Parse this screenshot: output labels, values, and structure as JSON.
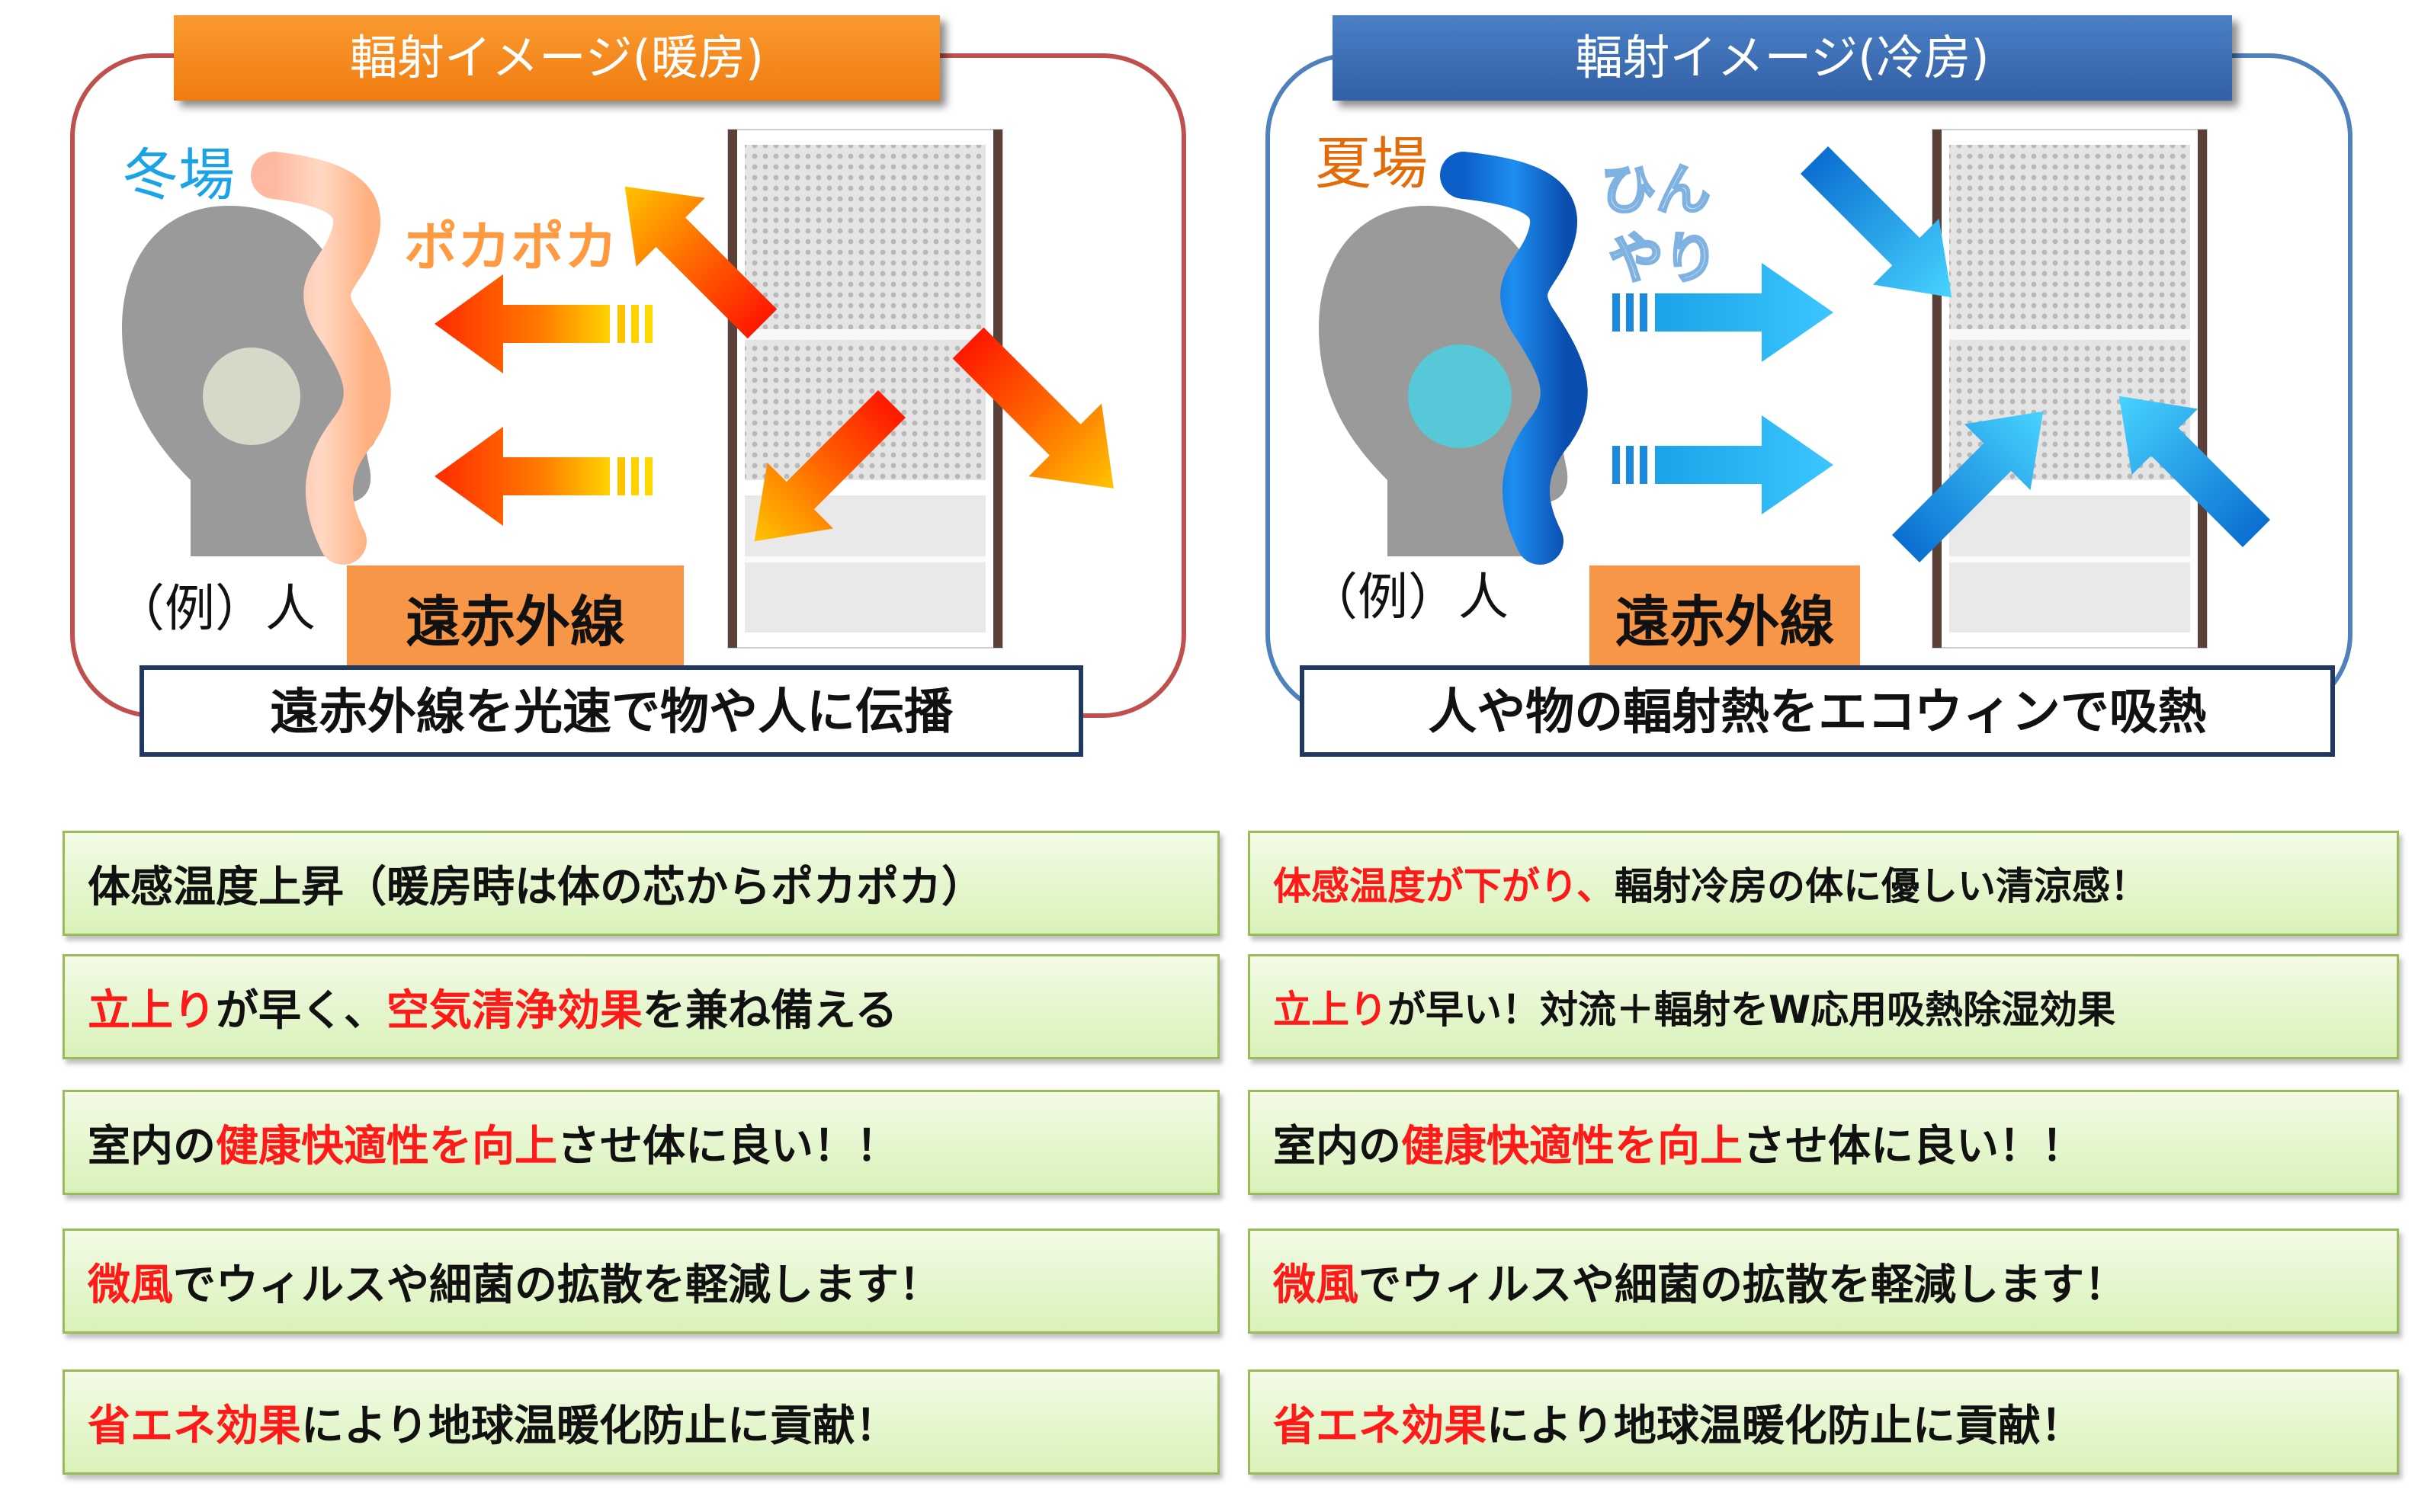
{
  "left": {
    "banner": "輻射イメージ(暖房)",
    "season": "冬場",
    "onomatopoeia": "ポカポカ",
    "example": "（例）人",
    "ray_label": "遠赤外線",
    "caption": "遠赤外線を光速で物や人に伝播",
    "features": [
      [
        {
          "t": "体感温度上昇（暖房時は体の芯からポカポカ）",
          "red": false
        }
      ],
      [
        {
          "t": "立上り",
          "red": true
        },
        {
          "t": "が早く、",
          "red": false
        },
        {
          "t": "空気清浄効果",
          "red": true
        },
        {
          "t": "を兼ね備える",
          "red": false
        }
      ],
      [
        {
          "t": "室内の",
          "red": false
        },
        {
          "t": "健康快適性を向上",
          "red": true
        },
        {
          "t": "させ体に良い！！",
          "red": false
        }
      ],
      [
        {
          "t": "微風",
          "red": true
        },
        {
          "t": "でウィルスや細菌の拡散を軽減します！",
          "red": false
        }
      ],
      [
        {
          "t": "省エネ効果",
          "red": true
        },
        {
          "t": "により地球温暖化防止に貢献！",
          "red": false
        }
      ]
    ]
  },
  "right": {
    "banner": "輻射イメージ(冷房)",
    "season": "夏場",
    "onomatopoeia_1": "ひん",
    "onomatopoeia_2": "やり",
    "example": "（例）人",
    "ray_label": "遠赤外線",
    "caption": "人や物の輻射熱をエコウィンで吸熱",
    "features": [
      [
        {
          "t": "体感温度が下がり、",
          "red": true
        },
        {
          "t": "輻射冷房の体に優しい清涼感！",
          "red": false
        }
      ],
      [
        {
          "t": "立上り",
          "red": true
        },
        {
          "t": "が早い！対流＋輻射をW応用吸熱除湿効果",
          "red": false
        }
      ],
      [
        {
          "t": "室内の",
          "red": false
        },
        {
          "t": "健康快適性を向上",
          "red": true
        },
        {
          "t": "させ体に良い！！",
          "red": false
        }
      ],
      [
        {
          "t": "微風",
          "red": true
        },
        {
          "t": "でウィルスや細菌の拡散を軽減します！",
          "red": false
        }
      ],
      [
        {
          "t": "省エネ効果",
          "red": true
        },
        {
          "t": "により地球温暖化防止に貢献！",
          "red": false
        }
      ]
    ]
  },
  "colors": {
    "warm_banner": "#f58a1f",
    "cool_banner": "#3f73b8",
    "warm_border": "#c0504d",
    "cool_border": "#4f81bd",
    "label_orange": "#f79646",
    "accent_red": "#ff1a1a",
    "feature_border": "#9bbb59"
  },
  "icons": [
    "head-silhouette-icon",
    "radiant-panel-icon",
    "wave-icon",
    "arrow-icon"
  ]
}
